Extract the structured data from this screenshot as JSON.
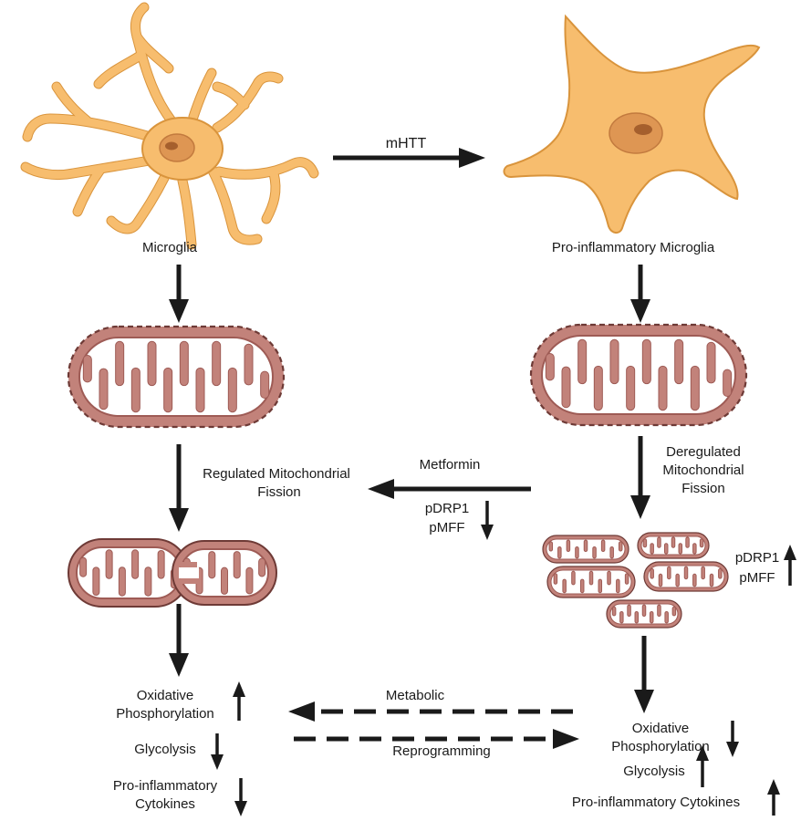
{
  "colors": {
    "cell_fill": "#F7BD6E",
    "cell_stroke": "#D9943C",
    "nucleus_fill": "#DE9653",
    "nucleolus_fill": "#A55F2D",
    "mito_outer": "#C2827A",
    "mito_dash": "#6E3A36",
    "mito_inner_line": "#9E5B55",
    "mito_cristae": "#F1DAD5",
    "arrow": "#1a1a1a",
    "text": "#1a1a1a"
  },
  "labels": {
    "mhtt": "mHTT",
    "microglia": "Microglia",
    "pro_microglia": "Pro-inflammatory Microglia",
    "regulated_fission_1": "Regulated Mitochondrial",
    "regulated_fission_2": "Fission",
    "deregulated_1": "Deregulated",
    "deregulated_2": "Mitochondrial",
    "deregulated_3": "Fission",
    "metformin": "Metformin",
    "pdrp1": "pDRP1",
    "pmff": "pMFF",
    "metabolic": "Metabolic",
    "reprogramming": "Reprogramming",
    "left_oxphos_1": "Oxidative",
    "left_oxphos_2": "Phosphorylation",
    "left_glycolysis": "Glycolysis",
    "left_cytokines_1": "Pro-inflammatory",
    "left_cytokines_2": "Cytokines",
    "right_oxphos_1": "Oxidative",
    "right_oxphos_2": "Phosphorylation",
    "right_glycolysis": "Glycolysis",
    "right_cytokines": "Pro-inflammatory Cytokines"
  },
  "icons": [
    "microglia-cell-icon",
    "mitochondrion-icon",
    "up-arrow-icon",
    "down-arrow-icon"
  ]
}
